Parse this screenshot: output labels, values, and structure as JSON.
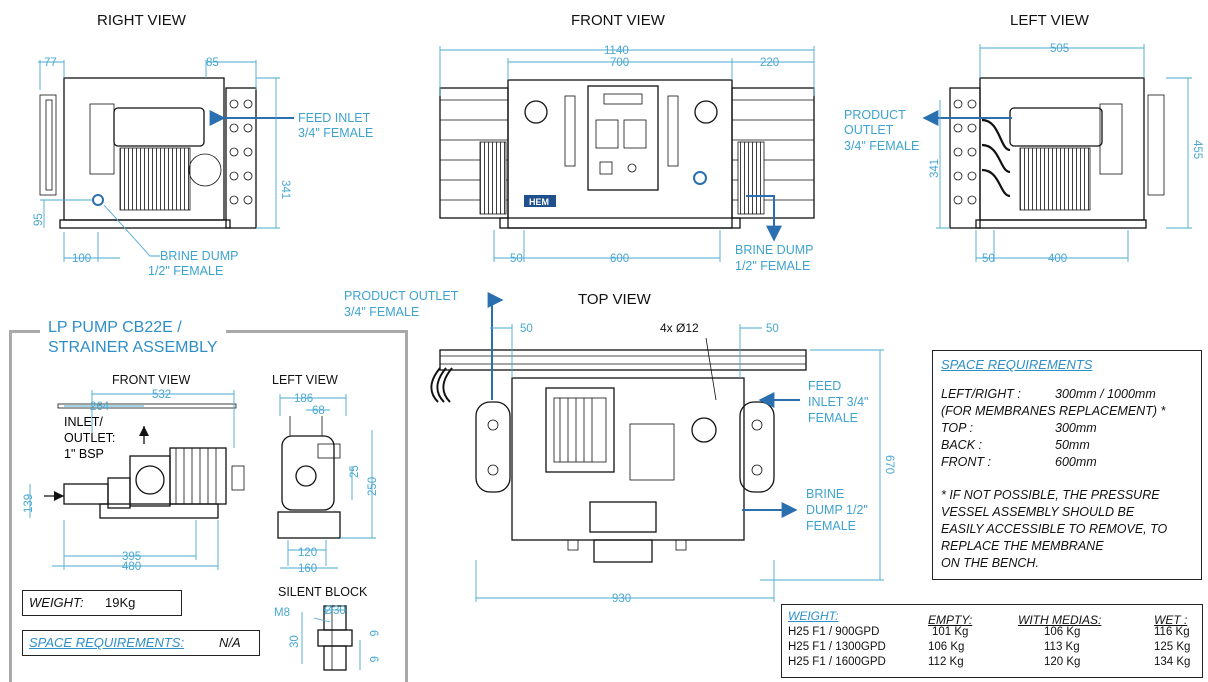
{
  "views": {
    "right": "RIGHT VIEW",
    "front": "FRONT VIEW",
    "left": "LEFT VIEW",
    "top": "TOP VIEW"
  },
  "dims_right": {
    "d77": "77",
    "d85": "85",
    "d341": "341",
    "d95": "95",
    "d100": "100"
  },
  "dims_front": {
    "d1140": "1140",
    "d700": "700",
    "d220": "220",
    "d50": "50",
    "d600": "600"
  },
  "dims_left": {
    "d505": "505",
    "d455": "455",
    "d341": "341",
    "d50": "50",
    "d400": "400"
  },
  "dims_top": {
    "d50a": "50",
    "d50b": "50",
    "holes": "4x Ø12",
    "d670": "670",
    "d930": "930"
  },
  "notes": {
    "feed_inlet_right": [
      "FEED INLET",
      "3/4\" FEMALE"
    ],
    "brine_right": [
      "BRINE DUMP",
      "1/2\" FEMALE"
    ],
    "brine_front": [
      "BRINE DUMP",
      "1/2\" FEMALE"
    ],
    "product_left": [
      "PRODUCT",
      "OUTLET",
      "3/4\" FEMALE"
    ],
    "product_top": [
      "PRODUCT OUTLET",
      "3/4\" FEMALE"
    ],
    "feed_top": [
      "FEED",
      "INLET 3/4\"",
      "FEMALE"
    ],
    "brine_top": [
      "BRINE",
      "DUMP 1/2\"",
      "FEMALE"
    ]
  },
  "panel_brand": "HEM",
  "lp_pump": {
    "title": [
      "LP PUMP CB22E /",
      "STRAINER ASSEMBLY"
    ],
    "front_view": "FRONT VIEW",
    "left_view": "LEFT VIEW",
    "silent_block": "SILENT BLOCK",
    "inlet_label": [
      "INLET/",
      "OUTLET:",
      "1\" BSP"
    ],
    "dims": {
      "d264": "264",
      "d532": "532",
      "d139": "139",
      "d395": "395",
      "d480": "480",
      "d186": "186",
      "d68": "68",
      "d25": "25",
      "d250": "250",
      "d120": "120",
      "d160": "160",
      "m8": "M8",
      "d30": "Ø30",
      "d30b": "30",
      "d6a": "6",
      "d6b": "6"
    },
    "weight_label": "WEIGHT:",
    "weight_value": "19Kg",
    "space_label": "SPACE REQUIREMENTS:",
    "space_value": "N/A"
  },
  "space_requirements": {
    "title": "SPACE REQUIREMENTS",
    "rows": [
      {
        "label": "LEFT/RIGHT :",
        "value": "300mm / 1000mm"
      },
      {
        "label": "(FOR MEMBRANES REPLACEMENT) *",
        "value": ""
      },
      {
        "label": "TOP :",
        "value": "300mm"
      },
      {
        "label": "BACK :",
        "value": "50mm"
      },
      {
        "label": "FRONT :",
        "value": "600mm"
      }
    ],
    "footnote": [
      "* IF NOT POSSIBLE, THE PRESSURE",
      "VESSEL ASSEMBLY SHOULD BE",
      "EASILY ACCESSIBLE TO REMOVE, TO",
      "REPLACE THE MEMBRANE",
      "ON THE BENCH."
    ]
  },
  "weight_table": {
    "headers": [
      "WEIGHT:",
      "EMPTY:",
      "WITH MEDIAS:",
      "WET :"
    ],
    "rows": [
      [
        "H25 F1 /  900GPD",
        "101 Kg",
        "106 Kg",
        "116 Kg"
      ],
      [
        "H25 F1 / 1300GPD",
        "106 Kg",
        "113 Kg",
        "125 Kg"
      ],
      [
        "H25 F1 / 1600GPD",
        "112 Kg",
        "120 Kg",
        "134 Kg"
      ]
    ]
  },
  "colors": {
    "dimension": "#4aa8d0",
    "pipe": "#2a6fb0",
    "frame": "#a9a9a9",
    "heading": "#2e8fc7"
  }
}
